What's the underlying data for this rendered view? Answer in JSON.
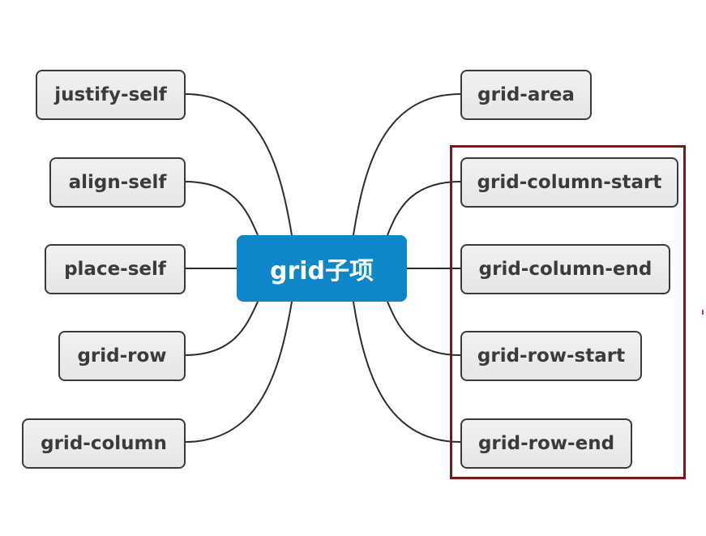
{
  "center": {
    "label": "grid子项",
    "color": "#0f86c7"
  },
  "left_nodes": [
    {
      "label": "justify-self"
    },
    {
      "label": "align-self"
    },
    {
      "label": "place-self"
    },
    {
      "label": "grid-row"
    },
    {
      "label": "grid-column"
    }
  ],
  "right_nodes": [
    {
      "label": "grid-area"
    },
    {
      "label": "grid-column-start"
    },
    {
      "label": "grid-column-end"
    },
    {
      "label": "grid-row-start"
    },
    {
      "label": "grid-row-end"
    }
  ],
  "highlight": {
    "color": "#8b1111"
  }
}
